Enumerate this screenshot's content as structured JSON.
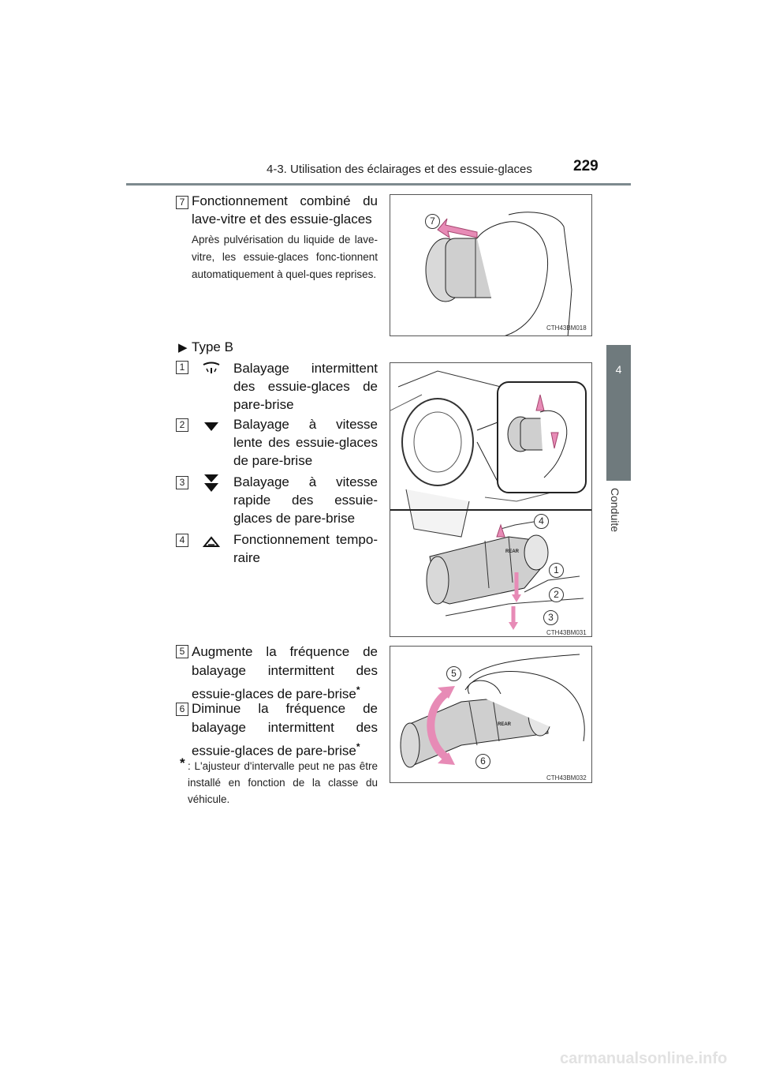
{
  "header": {
    "section_title": "4-3. Utilisation des éclairages et des essuie-glaces",
    "page_number": "229"
  },
  "side_tab": {
    "number": "4",
    "label": "Conduite"
  },
  "items": {
    "item7": {
      "number": "7",
      "heading": "Fonctionnement combiné du lave-vitre et des essuie-glaces",
      "description": "Après pulvérisation du liquide de lave-vitre, les essuie-glaces fonc-tionnent automatiquement à quel-ques reprises."
    },
    "type_b_label": "Type B",
    "item1": {
      "number": "1",
      "text": "Balayage intermittent des essuie-glaces de pare-brise",
      "icon": "intermittent-wiper-icon"
    },
    "item2": {
      "number": "2",
      "text": "Balayage à vitesse lente des essuie-glaces de pare-brise",
      "icon": "triangle-down-icon"
    },
    "item3": {
      "number": "3",
      "text": "Balayage à vitesse rapide des essuie-glaces de pare-brise",
      "icon": "double-triangle-down-icon"
    },
    "item4": {
      "number": "4",
      "text": "Fonctionnement tempo-raire",
      "icon": "triangle-up-outline-icon"
    },
    "item5": {
      "number": "5",
      "text": "Augmente la fréquence de balayage intermittent des essuie-glaces de pare-brise",
      "asterisk": "*"
    },
    "item6": {
      "number": "6",
      "text": "Diminue la fréquence de balayage intermittent des essuie-glaces de pare-brise",
      "asterisk": "*"
    },
    "footnote": {
      "marker": "*",
      "text": ": L'ajusteur d'intervalle peut ne pas être installé en fonction de la classe du véhicule."
    }
  },
  "figures": {
    "fig1": {
      "caption": "CTH43BM018",
      "callouts": [
        "7"
      ]
    },
    "fig2": {
      "caption": "CTH43BM031",
      "callouts": [
        "4",
        "1",
        "2",
        "3"
      ],
      "lever_labels": [
        "REAR"
      ]
    },
    "fig3": {
      "caption": "CTH43BM032",
      "callouts": [
        "5",
        "6"
      ],
      "lever_labels": [
        "REAR"
      ]
    }
  },
  "colors": {
    "accent_arrow": "#e78bb6",
    "tab_gray": "#6f7a7d",
    "rule_gray": "#7d8a8e"
  },
  "watermark": "carmanualsonline.info"
}
